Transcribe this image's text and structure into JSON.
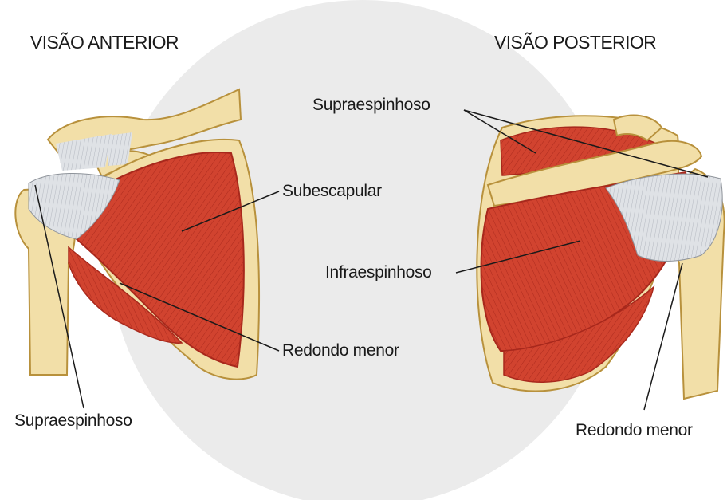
{
  "views": {
    "anterior": {
      "title": "VISÃO ANTERIOR"
    },
    "posterior": {
      "title": "VISÃO POSTERIOR"
    }
  },
  "labels": {
    "anterior": {
      "subescapular": "Subescapular",
      "redondo_menor": "Redondo menor",
      "supraespinhoso": "Supraespinhoso"
    },
    "posterior": {
      "supraespinhoso": "Supraespinhoso",
      "infraespinhoso": "Infraespinhoso",
      "redondo_menor": "Redondo menor"
    }
  },
  "colors": {
    "background_disc": "#e9e9e9",
    "bone": "#f2dfa8",
    "bone_outline": "#c9a24a",
    "muscle": "#d1432f",
    "muscle_dark": "#a8281c",
    "tendon": "#d9dde2",
    "leader_line": "#1a1a1a"
  }
}
